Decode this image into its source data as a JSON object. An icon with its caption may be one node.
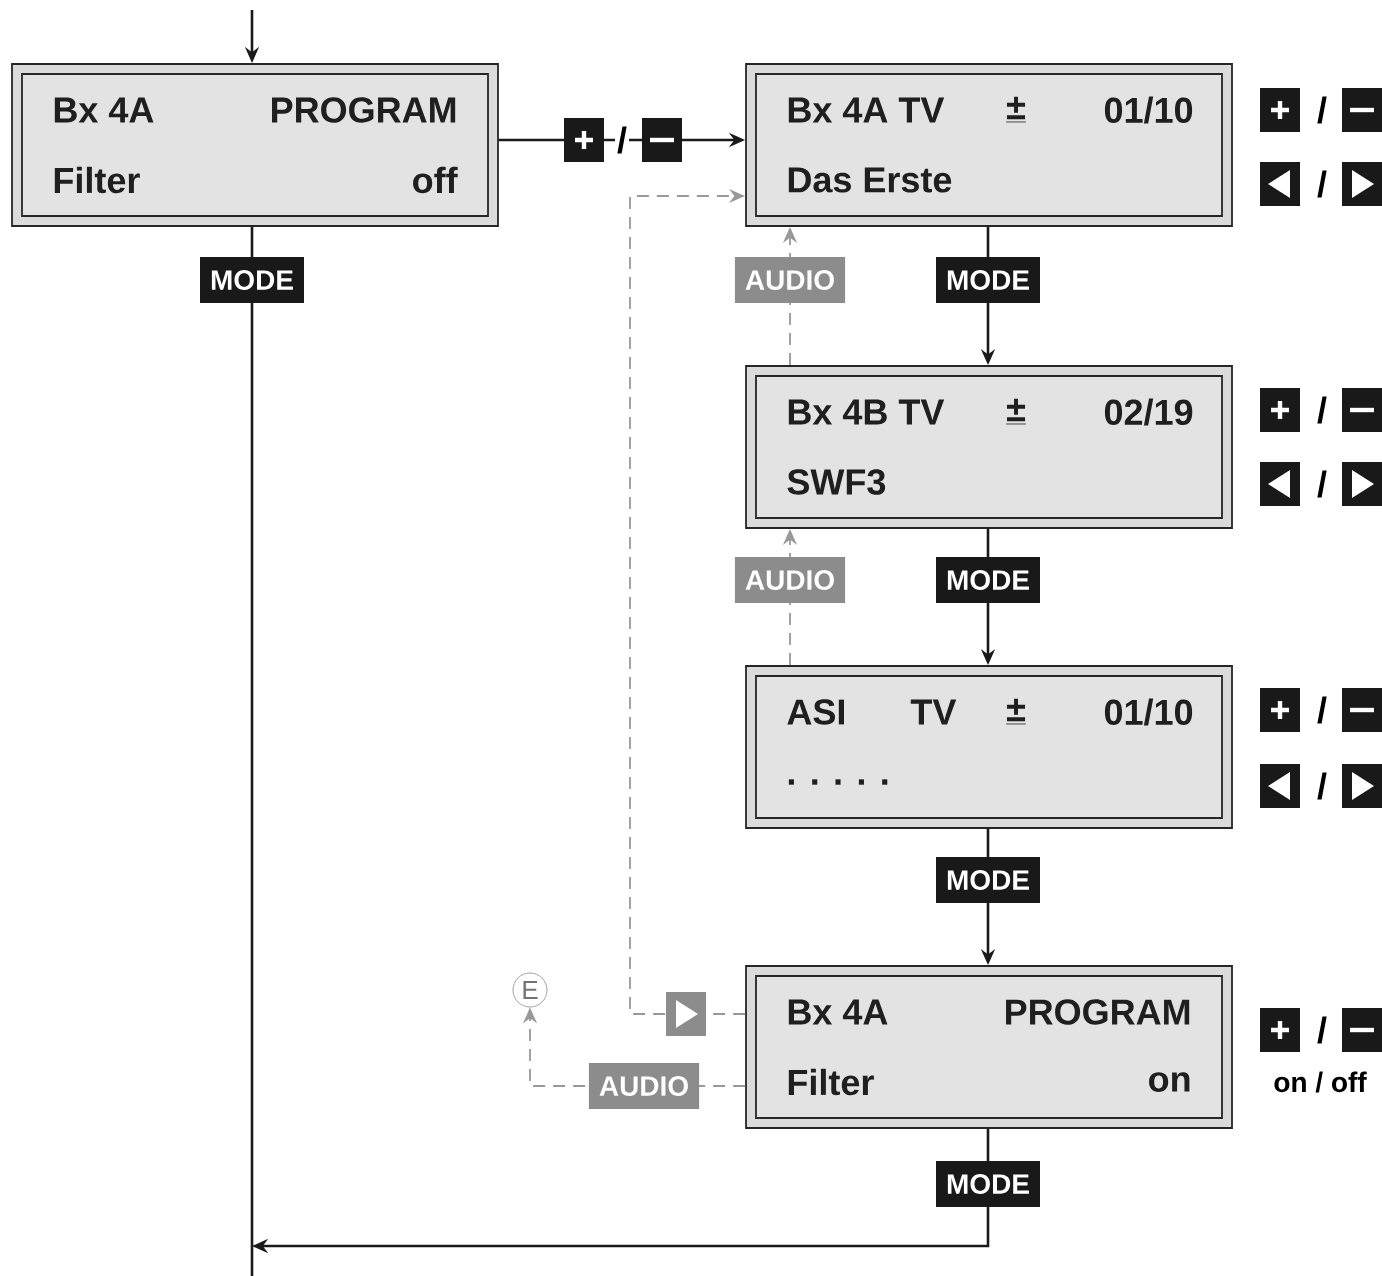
{
  "diagram": {
    "nodes": [
      {
        "text": [
          "Bx 4A",
          "PROGRAM",
          "Filter",
          "off"
        ]
      },
      {
        "text": [
          "Bx 4A TV",
          "±",
          "01/10",
          "Das Erste"
        ]
      },
      {
        "text": [
          "Bx 4B TV",
          "±",
          "02/19",
          "SWF3"
        ]
      },
      {
        "text": [
          "ASI",
          "TV",
          "±",
          "01/10",
          ". . . . ."
        ]
      },
      {
        "text": [
          "Bx 4A",
          "PROGRAM",
          "Filter",
          "on"
        ]
      },
      {
        "text": [
          "E"
        ]
      }
    ],
    "edges": [
      {
        "from": null,
        "to": 0,
        "arrow": "to"
      },
      {
        "from": 0,
        "to": 1,
        "arrow": "to",
        "label": "/"
      },
      {
        "from": 1,
        "to": 2,
        "arrow": "to",
        "label": "MODE"
      },
      {
        "from": 2,
        "to": 3,
        "arrow": "to",
        "label": "MODE"
      },
      {
        "from": 3,
        "to": 4,
        "arrow": "to",
        "label": "MODE"
      },
      {
        "from": 0,
        "to": null,
        "arrow": "none",
        "label": "MODE"
      },
      {
        "from": 4,
        "to": null,
        "arrow": "to",
        "label": "MODE"
      },
      {
        "from": 2,
        "to": 1,
        "arrow": "to",
        "label": "AUDIO",
        "style": "dashed",
        "color": "#999999"
      },
      {
        "from": 3,
        "to": 2,
        "arrow": "to",
        "label": "AUDIO",
        "style": "dashed",
        "color": "#999999"
      },
      {
        "from": 4,
        "to": 1,
        "arrow": "to",
        "style": "dashed",
        "color": "#999999"
      },
      {
        "from": 4,
        "to": 5,
        "arrow": "to",
        "label": "AUDIO",
        "style": "dashed",
        "color": "#999999"
      }
    ],
    "labels": [
      "/",
      "/",
      "/",
      "/",
      "/",
      "/",
      "/",
      "on / off"
    ]
  }
}
